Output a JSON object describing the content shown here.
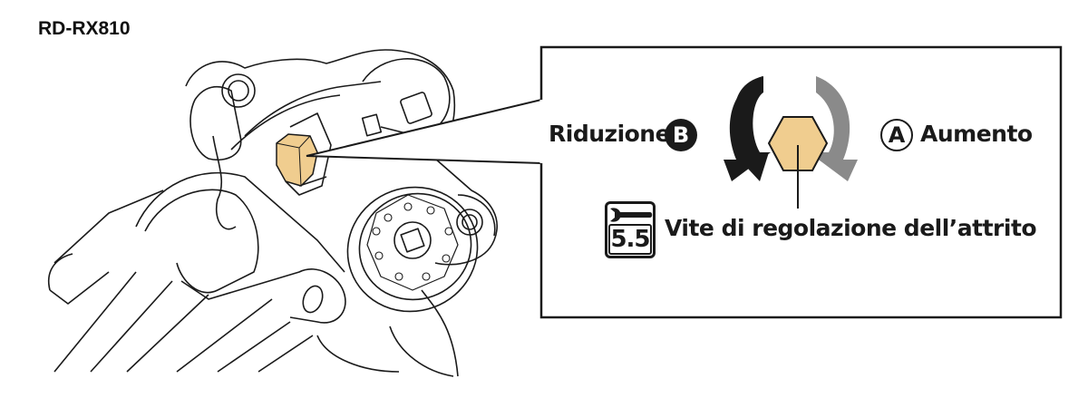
{
  "title": "RD-RX810",
  "callout": {
    "decrease_label": "Riduzione",
    "decrease_badge": "B",
    "increase_label": "Aumento",
    "increase_badge": "A",
    "part_label": "Vite di regolazione dell’attrito",
    "tool_size": "5.5"
  },
  "colors": {
    "screw": "#f0cd8f",
    "decrease_arrow": "#1a1a1a",
    "increase_arrow": "#8a8a8a",
    "line": "#1a1a1a"
  },
  "icons": [
    "hex-wrench-icon",
    "counterclockwise-arrow-icon",
    "clockwise-arrow-icon",
    "hex-screw-icon"
  ]
}
